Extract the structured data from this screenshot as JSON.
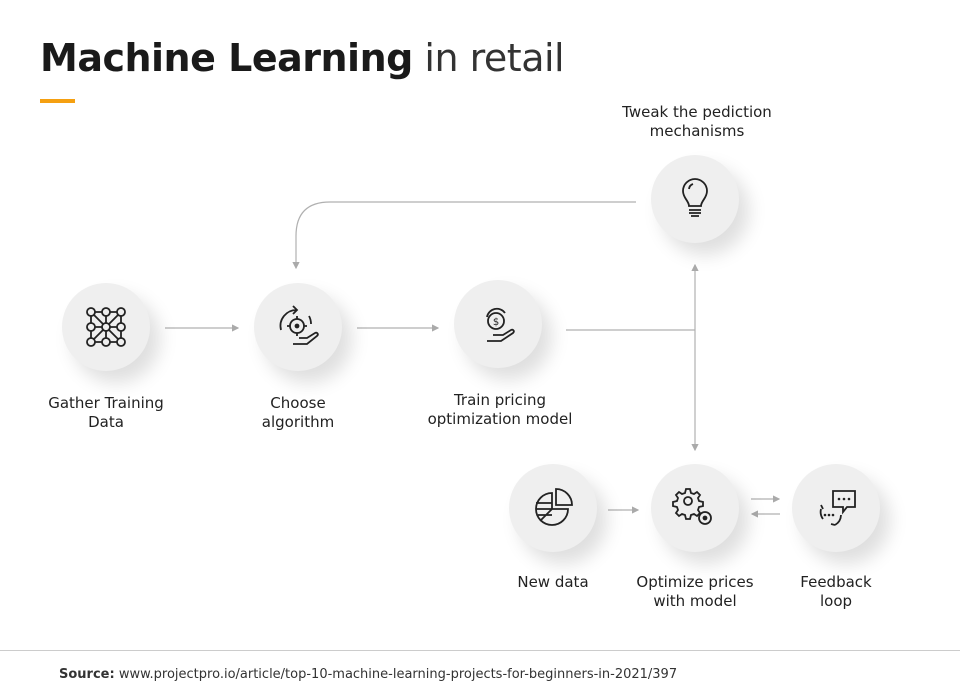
{
  "title": {
    "bold": "Machine Learning",
    "light": "in retail"
  },
  "colors": {
    "accent": "#f5a011",
    "node": "#efefef",
    "line": "#aaaaaa"
  },
  "nodes": [
    {
      "id": "gather",
      "label1": "Gather Training",
      "label2": "Data",
      "icon": "network-grid-icon"
    },
    {
      "id": "choose",
      "label1": "Choose",
      "label2": "algorithm",
      "icon": "gear-hand-icon"
    },
    {
      "id": "train",
      "label1": "Train pricing",
      "label2": "optimization model",
      "icon": "dollar-hand-icon"
    },
    {
      "id": "tweak",
      "label1": "Tweak the pediction",
      "label2": "mechanisms",
      "icon": "lightbulb-icon"
    },
    {
      "id": "newdata",
      "label1": "New data",
      "label2": "",
      "icon": "pie-chart-icon"
    },
    {
      "id": "optimize",
      "label1": "Optimize prices",
      "label2": "with model",
      "icon": "gears-icon"
    },
    {
      "id": "feedback",
      "label1": "Feedback",
      "label2": "loop",
      "icon": "chat-cycle-icon"
    }
  ],
  "footer": {
    "label": "Source:",
    "url": "www.projectpro.io/article/top-10-machine-learning-projects-for-beginners-in-2021/397"
  }
}
